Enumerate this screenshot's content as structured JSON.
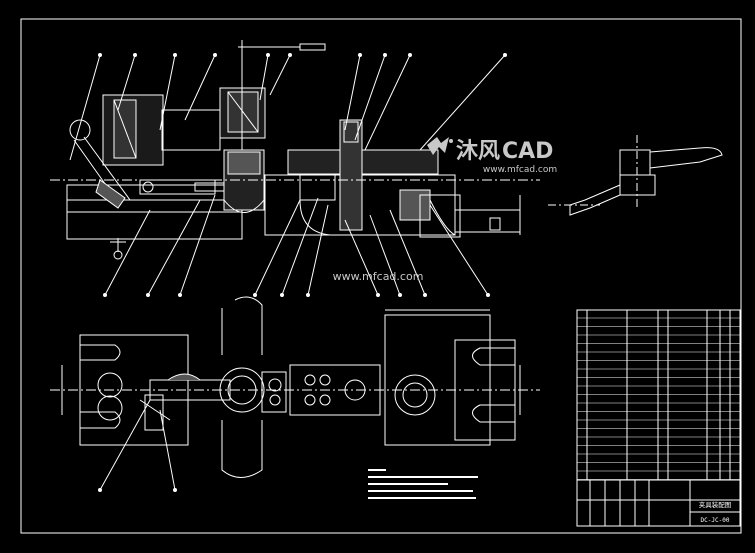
{
  "watermark": {
    "logo_cn": "沐风",
    "logo_en": "CAD",
    "url_under_logo": "www.mfcad.com",
    "center_url": "www.mfcad.com"
  },
  "title_block": {
    "drawing_title": "夹具装配图",
    "drawing_number": "DC-JC-00"
  },
  "colors": {
    "background": "#000000",
    "lines": "#ffffff",
    "watermark": "#c8c8c8"
  }
}
